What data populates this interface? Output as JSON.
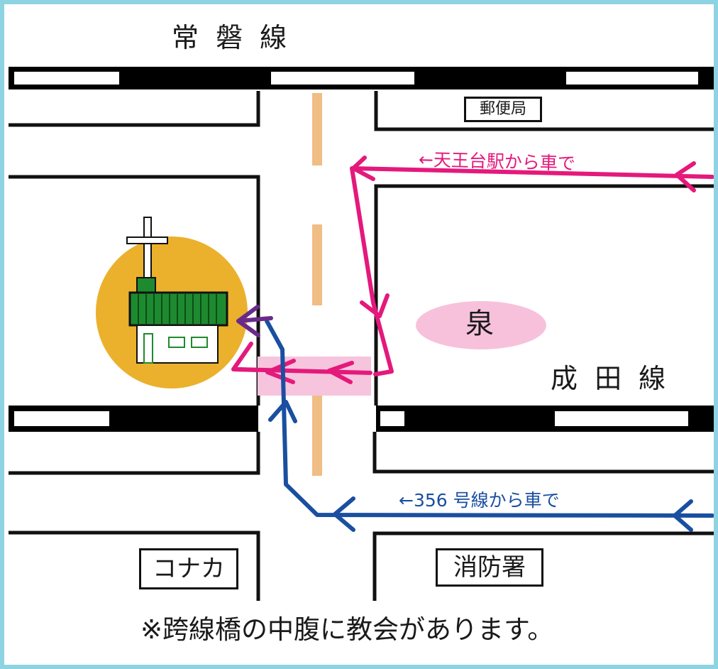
{
  "railways": {
    "top_line": "常 磐 線",
    "bottom_line": "成 田 線"
  },
  "landmarks": {
    "post_office": "郵便局",
    "fountain": "泉",
    "konaka": "コナカ",
    "fire_station": "消防署"
  },
  "routes": {
    "pink": {
      "label": "←天王台駅から車で",
      "color": "#e4197c"
    },
    "blue": {
      "label": "←356 号線から車で",
      "color": "#1a4fa0"
    }
  },
  "note": "※跨線橋の中腹に教会があります。",
  "colors": {
    "frame": "#8ed3e2",
    "church_circle": "#ebb12d",
    "church_roof": "#1e8a2f",
    "center_line": "#f0bd85",
    "bridge_highlight": "#f7c4dd",
    "fountain_fill": "#f7c1dc",
    "church_arrow": "#6a2a8a"
  }
}
